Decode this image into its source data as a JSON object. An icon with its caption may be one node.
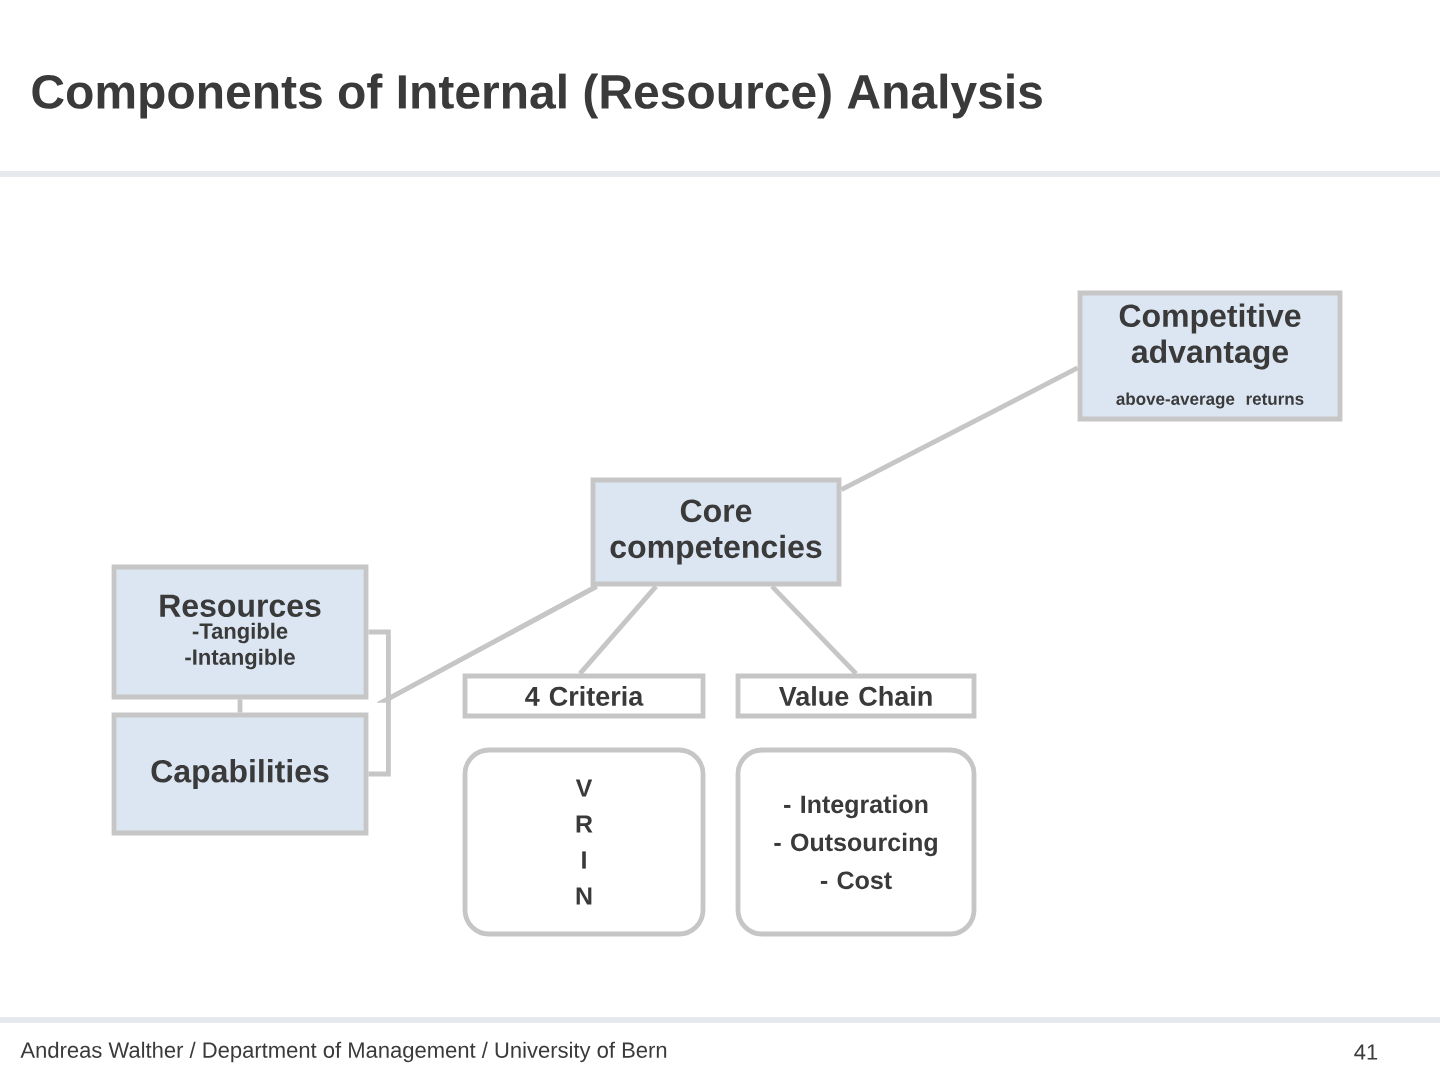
{
  "diagram": {
    "title": "Components of Internal (Resource) Analysis",
    "nodes": [
      {
        "text": [
          "Resources",
          "-Tangible -Intangible"
        ]
      },
      {
        "text": [
          "Capabilities"
        ]
      },
      {
        "text": [
          "Core competencies"
        ]
      },
      {
        "text": [
          "Competitive advantage",
          "above-average returns"
        ]
      },
      {
        "text": [
          "4 Criteria"
        ]
      },
      {
        "text": [
          "Value Chain"
        ]
      },
      {
        "text": [
          "V",
          "R",
          "I",
          "N"
        ]
      },
      {
        "text": [
          "- Integration",
          "- Outsourcing",
          "- Cost"
        ]
      }
    ],
    "edges": [
      {
        "from": 0,
        "to": 1,
        "arrow": "none"
      },
      {
        "from": 0,
        "to": 2,
        "arrow": "none"
      },
      {
        "from": 1,
        "to": 2,
        "arrow": "none"
      },
      {
        "from": 2,
        "to": 3,
        "arrow": "none"
      },
      {
        "from": 2,
        "to": 4,
        "arrow": "none"
      },
      {
        "from": 2,
        "to": 5,
        "arrow": "none"
      }
    ],
    "labels": [
      "Andreas Walther / Department of Management / University of Bern",
      "41"
    ]
  }
}
